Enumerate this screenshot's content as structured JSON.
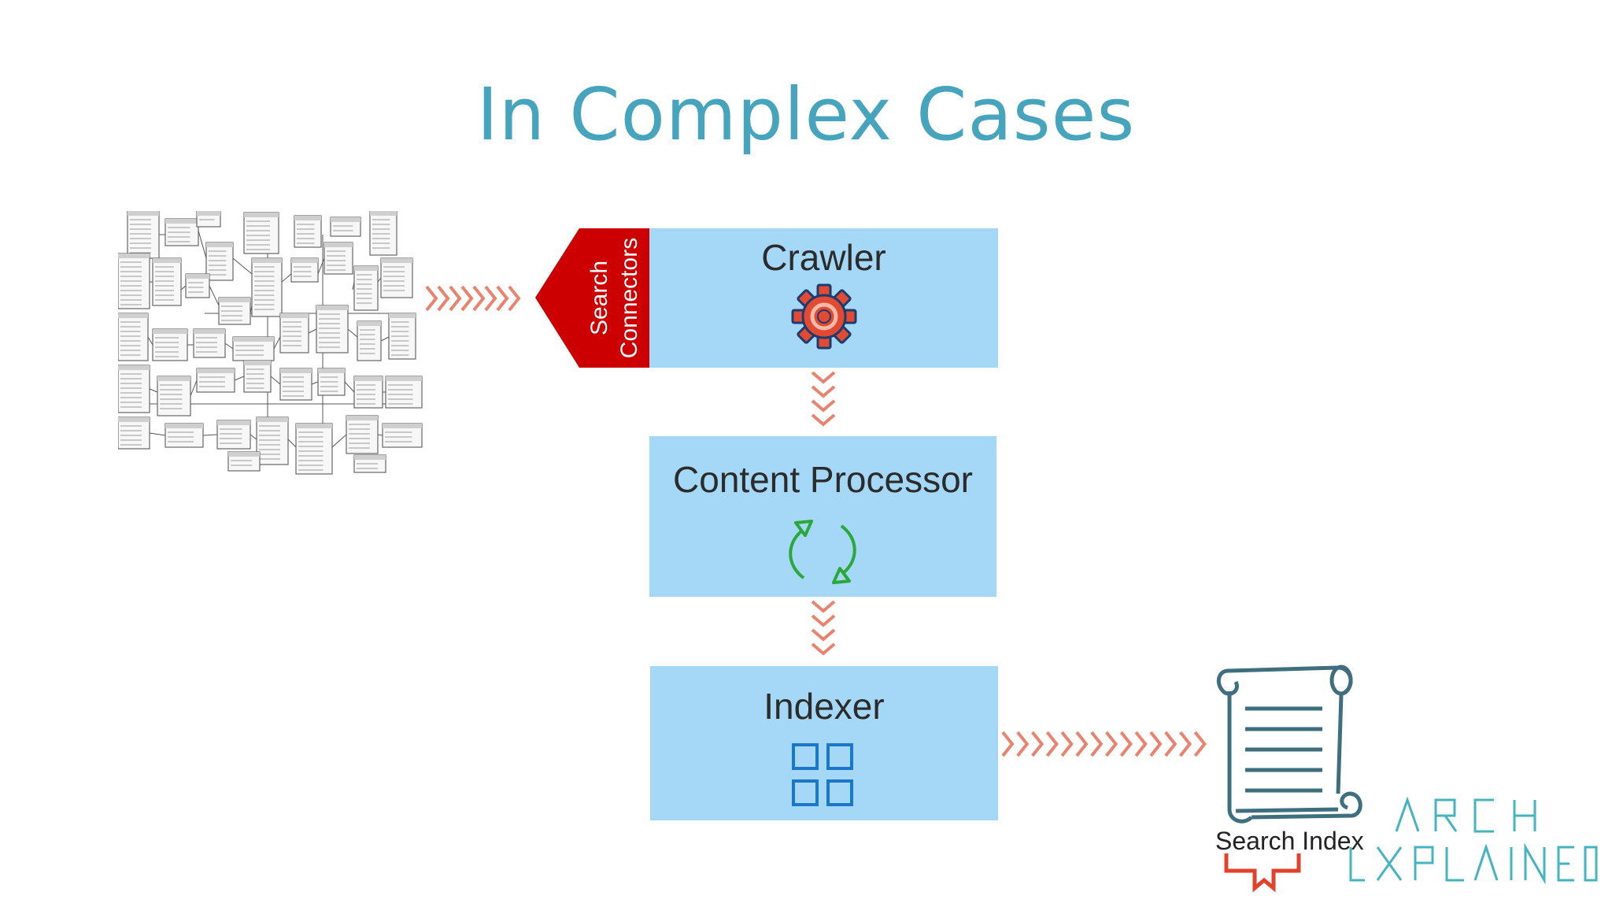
{
  "slide": {
    "title": "In Complex Cases"
  },
  "diagram": {
    "connector": {
      "line1": "Search",
      "line2": "Connectors",
      "color": "#cc0000"
    },
    "stages": [
      {
        "label": "Crawler",
        "icon": "gear-icon"
      },
      {
        "label": "Content Processor",
        "icon": "refresh-icon"
      },
      {
        "label": "Indexer",
        "icon": "grid-icon"
      }
    ],
    "output": {
      "label": "Search Index",
      "icon": "scroll-icon"
    },
    "source": {
      "icon": "database-schema-icon"
    },
    "colors": {
      "title": "#46a4bd",
      "box": "#a5d8f7",
      "arrow": "#e9826f",
      "gear": "#e24a33",
      "refresh": "#2aa83a",
      "grid": "#1b78c8"
    }
  },
  "brand": {
    "line1": "ARCH",
    "line2": "EXPLAINED"
  }
}
